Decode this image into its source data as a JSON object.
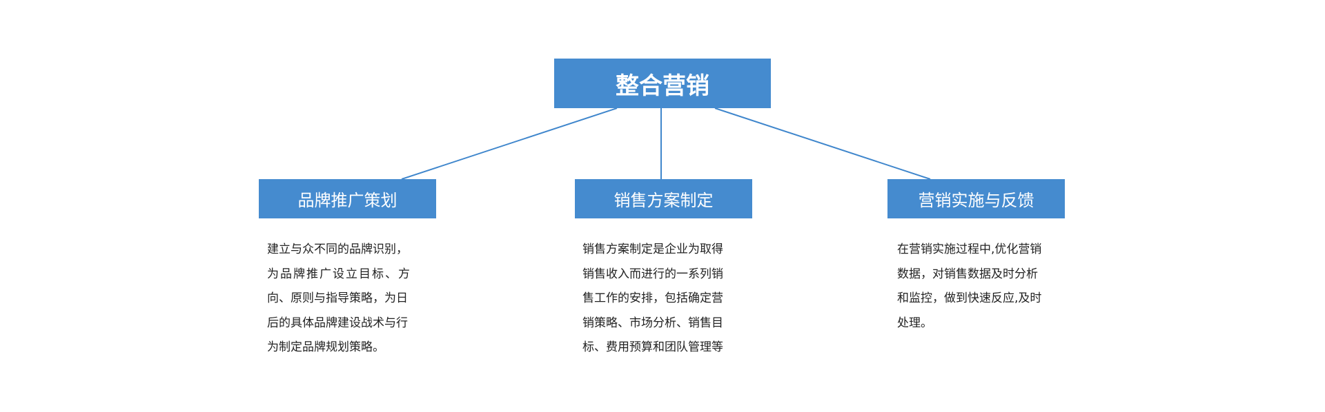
{
  "root": {
    "title": "整合营销"
  },
  "branches": [
    {
      "title": "品牌推广策划",
      "lines": [
        "建立与众不同的品牌识别，",
        "为品牌推广设立目标、方",
        "向、原则与指导策略，为日",
        "后的具体品牌建设战术与行",
        "为制定品牌规划策略。"
      ]
    },
    {
      "title": "销售方案制定",
      "lines": [
        "销售方案制定是企业为取得",
        "销售收入而进行的一系列销",
        "售工作的安排，包括确定营",
        "销策略、市场分析、销售目",
        "标、费用预算和团队管理等"
      ]
    },
    {
      "title": "营销实施与反馈",
      "lines": [
        "在营销实施过程中,优化营销",
        "数据，对销售数据及时分析",
        "和监控，做到快速反应,及时",
        "处理。"
      ]
    }
  ],
  "colors": {
    "box": "#458bcf",
    "connector": "#3f86cc"
  }
}
